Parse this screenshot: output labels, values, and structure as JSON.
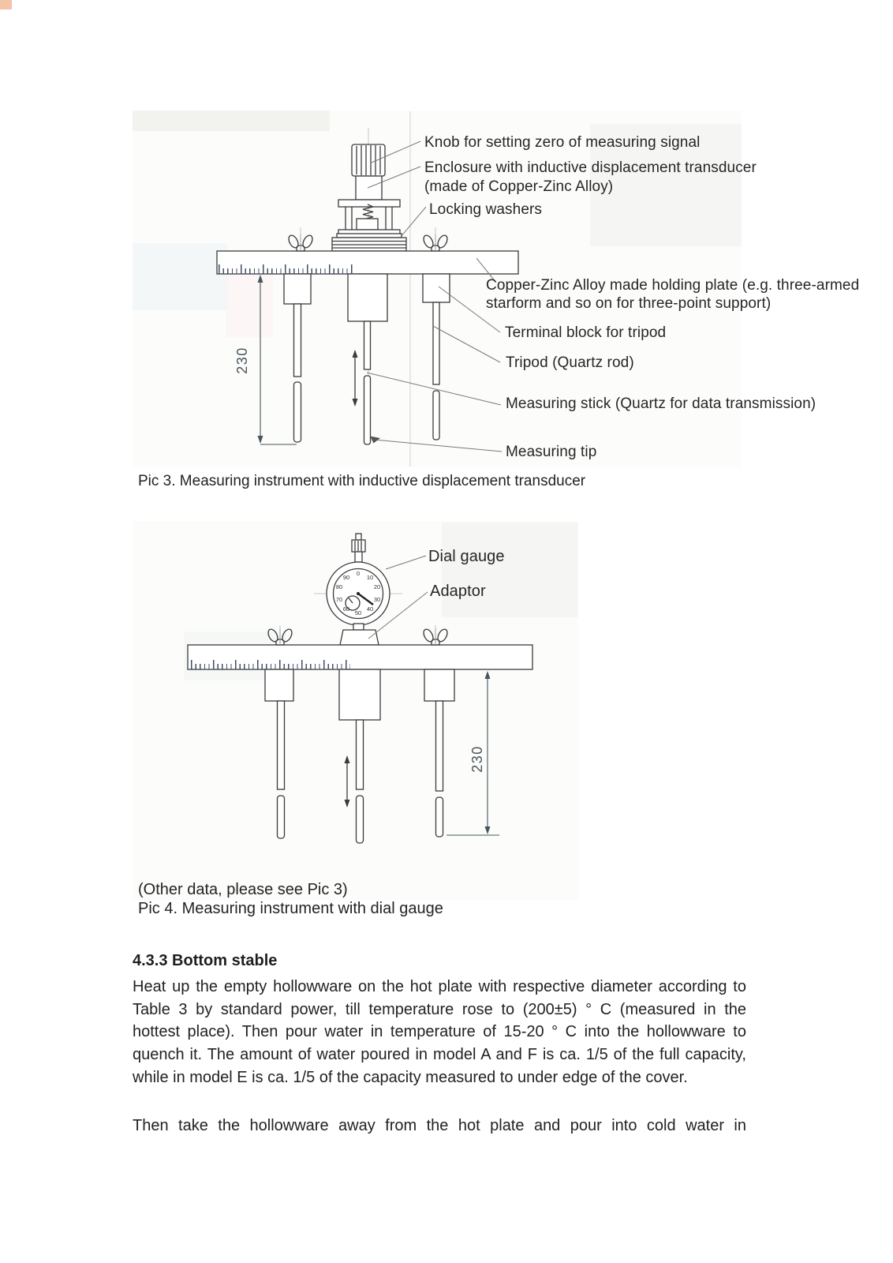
{
  "colors": {
    "ink": "#3b3b3b",
    "scan_tint": "#f5f6f3",
    "dim_label": "#46565e"
  },
  "pic3": {
    "labels": {
      "knob": "Knob for setting zero of measuring signal",
      "enclosure_line1": "Enclosure with inductive displacement transducer",
      "enclosure_line2": "(made of Copper-Zinc Alloy)",
      "locking": "Locking washers",
      "plate_line1": "Copper-Zinc Alloy made holding plate (e.g. three-armed",
      "plate_line2": "starform and so on for three-point support)",
      "terminal": "Terminal block for tripod",
      "tripod": "Tripod (Quartz rod)",
      "stick": "Measuring stick (Quartz for data transmission)",
      "tip": "Measuring tip"
    },
    "dimension_230": "230",
    "caption": "Pic 3. Measuring instrument with inductive displacement transducer"
  },
  "pic4": {
    "labels": {
      "dial_gauge": "Dial gauge",
      "adaptor": "Adaptor"
    },
    "dial_numbers": [
      "0",
      "10",
      "20",
      "30",
      "40",
      "50",
      "60",
      "70",
      "80",
      "90"
    ],
    "dimension_230": "230",
    "note": "(Other data, please see Pic 3)",
    "caption": "Pic 4. Measuring instrument with dial gauge"
  },
  "section": {
    "heading": "4.3.3 Bottom stable",
    "paragraph1_lines": [
      "Heat up the empty hollowware on the hot plate with respective diameter according to",
      "Table 3 by standard power, till temperature rose to (200±5) ° C (measured in the",
      "hottest place). Then pour water in temperature of 15-20 ° C into the hollowware to",
      "quench it. The amount of water poured in model A and F is ca. 1/5 of the full capacity,",
      "while in model E is ca. 1/5 of the capacity measured to under edge of the cover."
    ],
    "paragraph2": "Then take the hollowware away from the hot plate and pour into cold water in"
  }
}
